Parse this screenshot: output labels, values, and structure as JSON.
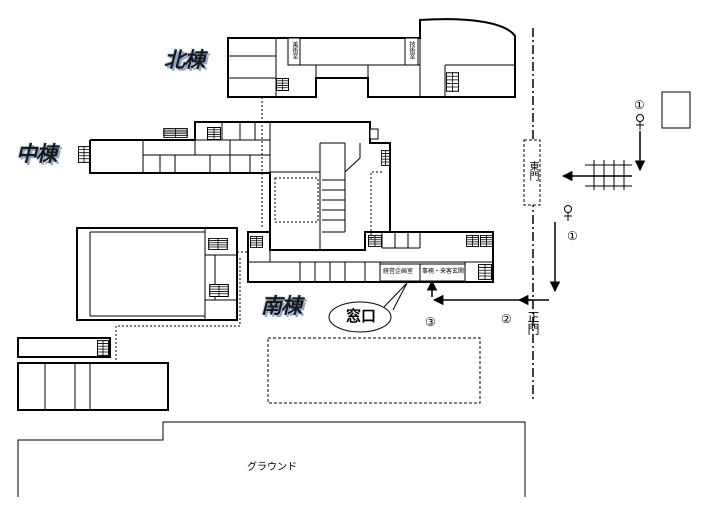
{
  "map": {
    "buildings": {
      "north": "北棟",
      "middle": "中棟",
      "south": "南棟"
    },
    "rooms": {
      "art_room": "美術室",
      "technology_room": "技術室",
      "planning_office": "経営企画室",
      "office_entrance": "事務・来客玄関"
    },
    "reception": {
      "label": "窓口",
      "marker": "③"
    },
    "gates": {
      "east": "東門",
      "main": "正門"
    },
    "route_markers": {
      "route_1_east_gate": "①",
      "route_1_main_gate": "①",
      "route_2": "②"
    },
    "ground": "グラウンド"
  },
  "icons": {
    "person": "person-icon",
    "stairs": "stairs-icon",
    "arrow": "arrow-icon"
  },
  "colors": {
    "line": "#000000",
    "background": "#ffffff",
    "building_label_shadow": "#8aa6cc"
  }
}
